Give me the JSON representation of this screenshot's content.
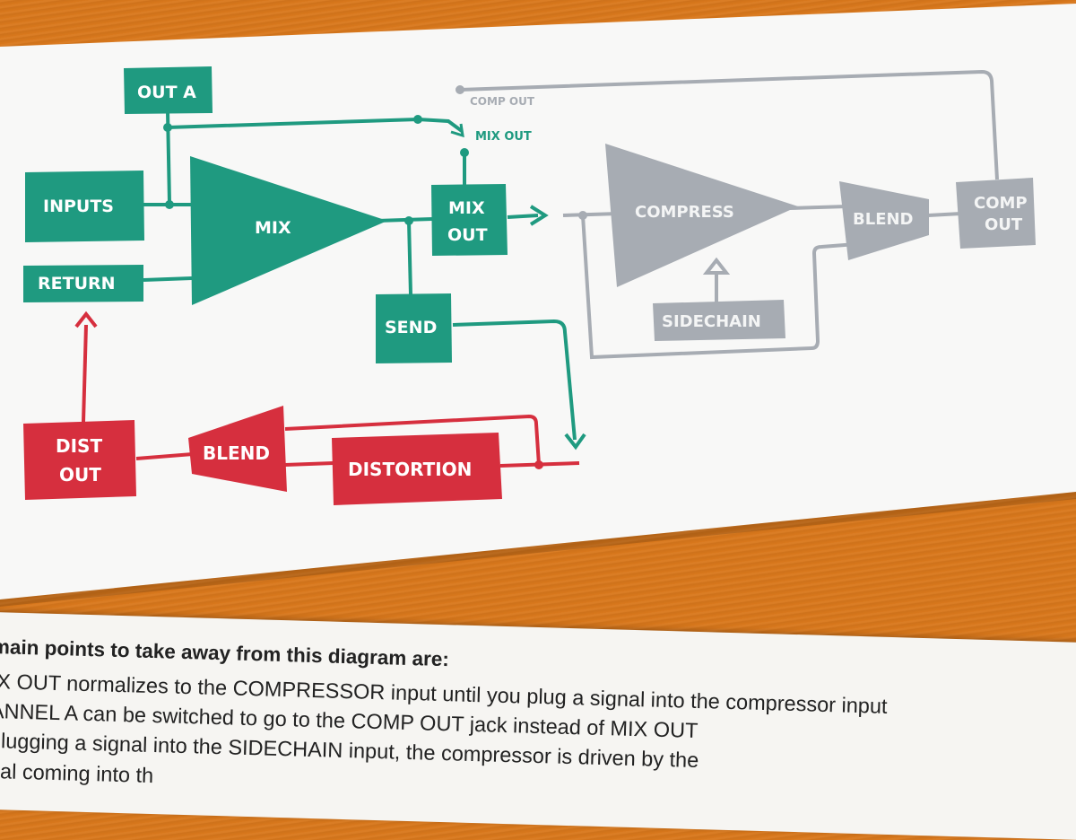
{
  "diagram": {
    "blocks": {
      "out_a": "OUT A",
      "inputs": "INPUTS",
      "return": "RETURN",
      "mix": "MIX",
      "mix_out_1": "MIX",
      "mix_out_2": "OUT",
      "send": "SEND",
      "compress": "COMPRESS",
      "blend_comp": "BLEND",
      "comp_out_1": "COMP",
      "comp_out_2": "OUT",
      "sidechain": "SIDECHAIN",
      "dist_out_1": "DIST",
      "dist_out_2": "OUT",
      "blend_dist": "BLEND",
      "distortion": "DISTORTION"
    },
    "labels": {
      "mix_out_small": "MIX OUT",
      "comp_out_small": "COMP OUT"
    },
    "colors": {
      "green": "#1f9a80",
      "grey": "#a7acb3",
      "red": "#d62f3e",
      "paper": "#f8f8f7"
    }
  },
  "notes": {
    "heading": "main points to take away from this diagram are:",
    "line1": "IX OUT normalizes to the COMPRESSOR input until you plug a signal into the compressor input",
    "line2": "ANNEL A can be switched to go to the COMP OUT jack instead of MIX OUT",
    "line3": "plugging a signal into the SIDECHAIN input, the compressor is driven by the",
    "line4": "nal coming into th"
  }
}
